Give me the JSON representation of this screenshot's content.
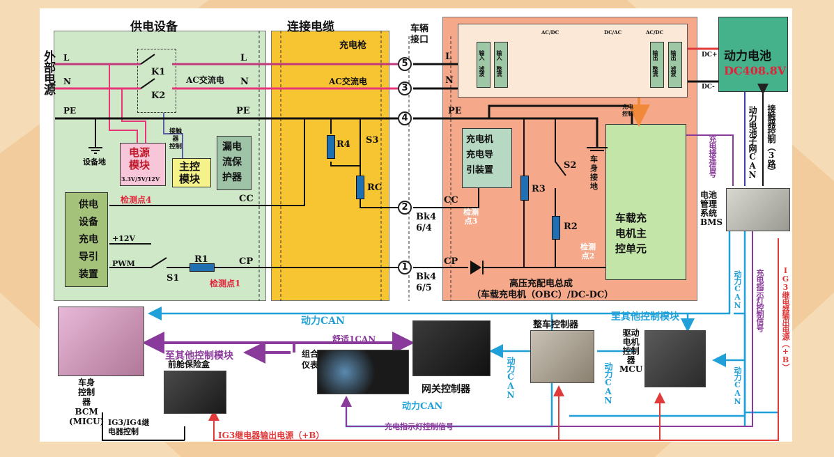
{
  "sections": {
    "supply_equipment": "供电设备",
    "cable": "连接电缆",
    "vehicle_port": "车辆\n接口",
    "charging_gun": "充电枪",
    "external_power": "外部电源"
  },
  "supply": {
    "L": "L",
    "N": "N",
    "PE": "PE",
    "L_out": "L",
    "N_out": "N",
    "PE_out": "PE",
    "k1": "K1",
    "k2": "K2",
    "ac_label": "AC交流电",
    "ground": "设备地",
    "power_module": "电源\n模块",
    "power_module_volts": "3.3V/5V/12V",
    "contactor_ctrl": "接触\n器\n控制",
    "main_ctrl_module": "主控\n模块",
    "leakage_protector": "漏电\n流保\n护器",
    "guide_device": "供电\n设备\n充电\n导引\n装置",
    "detect_point_4": "检测点4",
    "detect_point_1": "检测点1",
    "plus12v": "+12V",
    "pwm": "PWM",
    "s1": "S1",
    "r1": "R1",
    "cc": "CC",
    "cp": "CP"
  },
  "cable": {
    "ac_label": "AC交流电",
    "r4": "R4",
    "s3": "S3",
    "rc": "RC"
  },
  "pins": [
    "5",
    "3",
    "4",
    "2",
    "1"
  ],
  "vehicle": {
    "L": "L",
    "N": "N",
    "PE": "PE",
    "CC": "CC",
    "CP": "CP",
    "bk4_64": "Bk4\n6/4",
    "bk4_65": "Bk4\n6/5",
    "obc_guide": "充电机\n充电导\n引装置",
    "r3": "R3",
    "r2": "R2",
    "s2": "S2",
    "body_ground": "车\n身\n接\n地",
    "detect_point_3": "检测\n点3",
    "detect_point_2": "检测\n点2",
    "obc_main_unit": "车载充\n电机主\n控单元",
    "hv_bus_line1": "高压充配电总成",
    "hv_bus_line2": "（车载充电机（OBC）/DC-DC）",
    "charge_ctrl": "充电\n控制",
    "input_filter": "输入\n滤波",
    "input_rectifier": "输入\n整流",
    "output_rectifier": "输出\n整流",
    "output_filter": "输出\n滤波",
    "ac_dc": "AC/DC",
    "dc_ac": "DC/AC",
    "ac_dc2": "AC/DC",
    "dc_plus": "DC+",
    "dc_minus": "DC-"
  },
  "battery": {
    "title": "动力电池",
    "voltage": "DC408.8V",
    "subnet_can": "动力电池子网CAN",
    "contactor_ctrl": "接触器控制（3路）",
    "charge_connect_signal": "充电接连信号",
    "bms": "电池\n管理\n系统\nBMS"
  },
  "network": {
    "power_can_top": "动力CAN",
    "to_other_modules_right": "至其他控制模块",
    "to_other_modules_left": "至其他控制模块",
    "comfort_can": "舒适1CAN",
    "gateway": "网关控制器",
    "vcu": "整车控制器",
    "motor_ctrl": "驱动\n电机\n控制\n器\nMCU",
    "cluster": "组合\n仪表",
    "power_can_bottom": "动力CAN",
    "power_can_v1": "动力CAN",
    "power_can_v2": "动力CAN",
    "power_can_v3": "动力CAN",
    "power_can_v4": "动力CAN",
    "charge_indicator_signal": "充电指示灯控制信号",
    "charge_indicator_signal_v": "充电指示灯控制信号",
    "ig3_output": "IG3继电器输出电源（+B）",
    "ig3_output_v": "IG3继电器输出电源（+B）",
    "front_fuse_box": "前舱保险盒",
    "bcm": "车身\n控制\n器\nBCM\n(MICU)",
    "ig_relay_ctrl": "IG3/IG4继\n电器控制"
  },
  "colors": {
    "supply_bg": "#cfe8c8",
    "cable_bg": "#f7c531",
    "vehicle_bg": "#f5a98a",
    "battery_bg": "#45b28c",
    "wire_L": "#c0397a",
    "wire_N": "#e8357a",
    "can_blue": "#1fa0d8",
    "signal_purple": "#8a3a9a",
    "power_red": "#e03a3a",
    "ground_black": "#111111"
  }
}
